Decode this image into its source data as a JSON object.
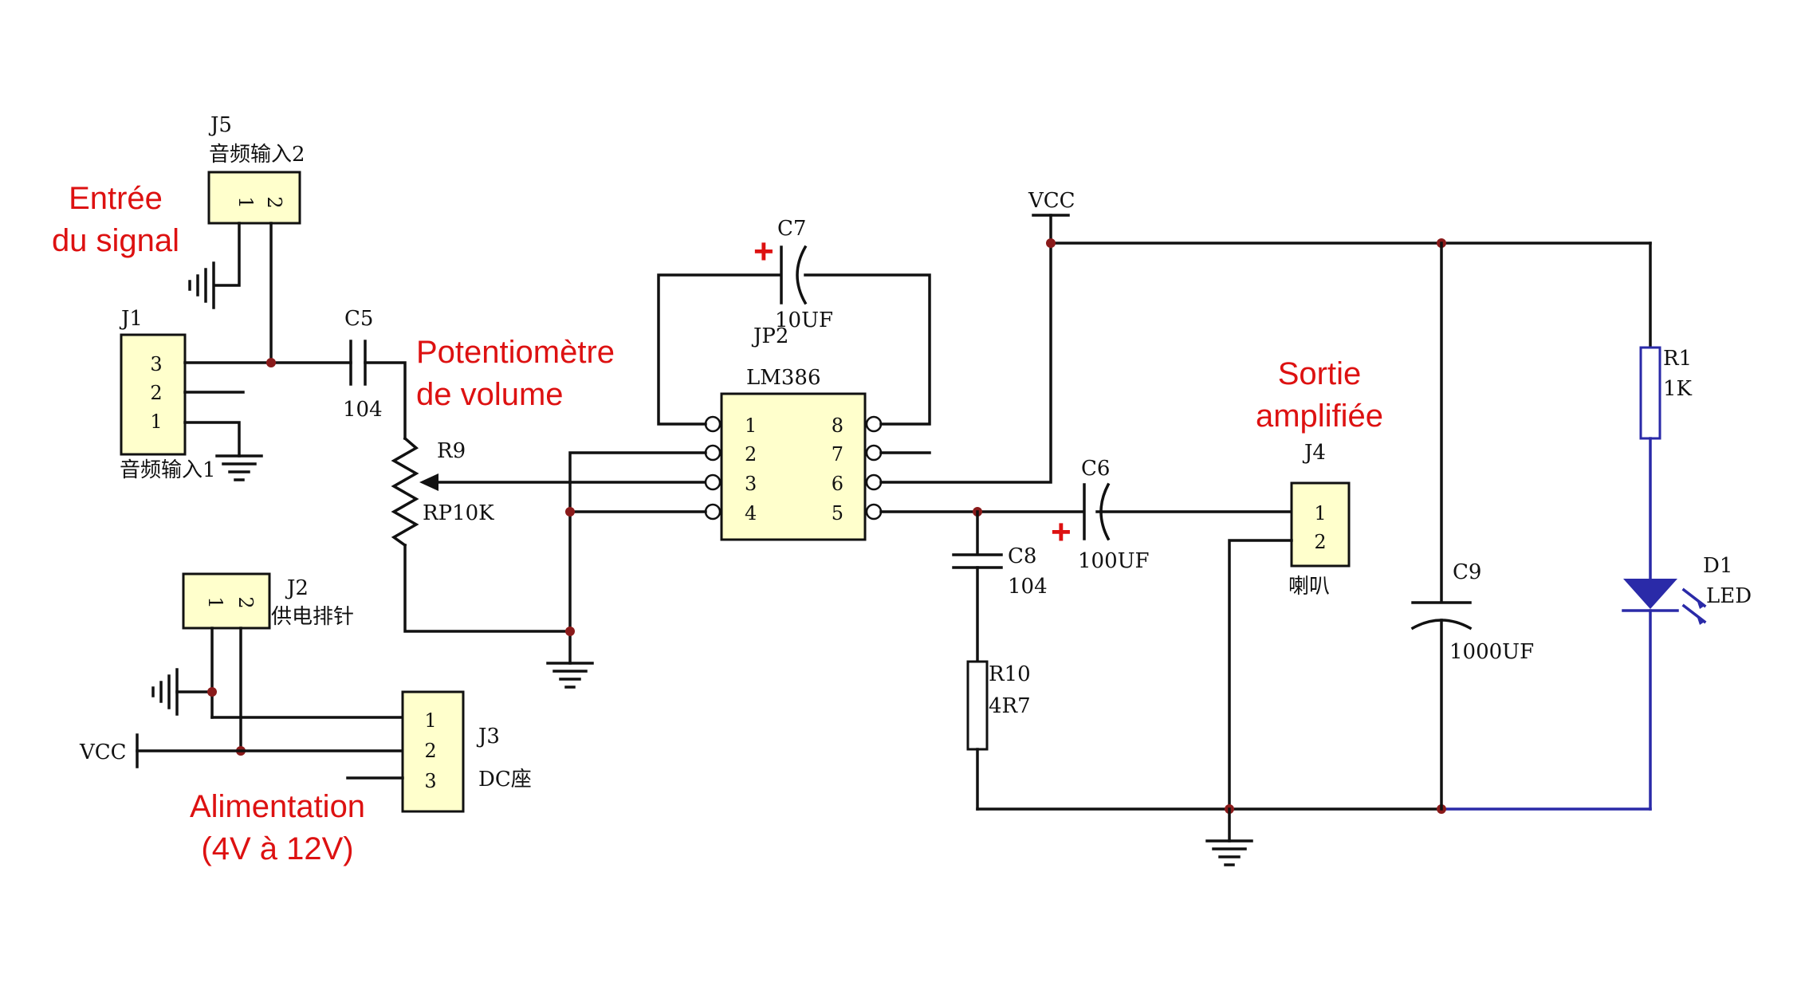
{
  "annotations": {
    "input_line1": "Entrée",
    "input_line2": "du signal",
    "pot_line1": "Potentiomètre",
    "pot_line2": "de volume",
    "output_line1": "Sortie",
    "output_line2": "amplifiée",
    "power_line1": "Alimentation",
    "power_line2": "(4V à 12V)"
  },
  "components": {
    "j5": {
      "ref": "J5",
      "desc": "音频输入2",
      "pins": [
        "1",
        "2"
      ]
    },
    "j1": {
      "ref": "J1",
      "desc": "音频输入1",
      "pins": [
        "3",
        "2",
        "1"
      ]
    },
    "c5": {
      "ref": "C5",
      "value": "104"
    },
    "r9": {
      "ref": "R9",
      "value": "RP10K"
    },
    "c7": {
      "ref": "C7",
      "value": "10UF",
      "polarity": "+"
    },
    "jp2": {
      "ref": "JP2",
      "part": "LM386",
      "left_pins": [
        "1",
        "2",
        "3",
        "4"
      ],
      "right_pins": [
        "8",
        "7",
        "6",
        "5"
      ]
    },
    "vcc_top": "VCC",
    "c6": {
      "ref": "C6",
      "value": "100UF",
      "polarity": "+"
    },
    "c8": {
      "ref": "C8",
      "value": "104"
    },
    "r10": {
      "ref": "R10",
      "value": "4R7"
    },
    "j4": {
      "ref": "J4",
      "desc": "喇叭",
      "pins": [
        "1",
        "2"
      ]
    },
    "c9": {
      "ref": "C9",
      "value": "1000UF"
    },
    "r1": {
      "ref": "R1",
      "value": "1K"
    },
    "d1": {
      "ref": "D1",
      "value": "LED"
    },
    "j2": {
      "ref": "J2",
      "desc": "供电排针",
      "pins": [
        "1",
        "2"
      ]
    },
    "j3": {
      "ref": "J3",
      "desc": "DC座",
      "pins": [
        "1",
        "2",
        "3"
      ]
    },
    "vcc_left": "VCC"
  },
  "colors": {
    "annotation": "#dd1111",
    "component_fill": "#ffffcc",
    "led_wire": "#2a2aa8",
    "junction": "#8a1a1a"
  }
}
